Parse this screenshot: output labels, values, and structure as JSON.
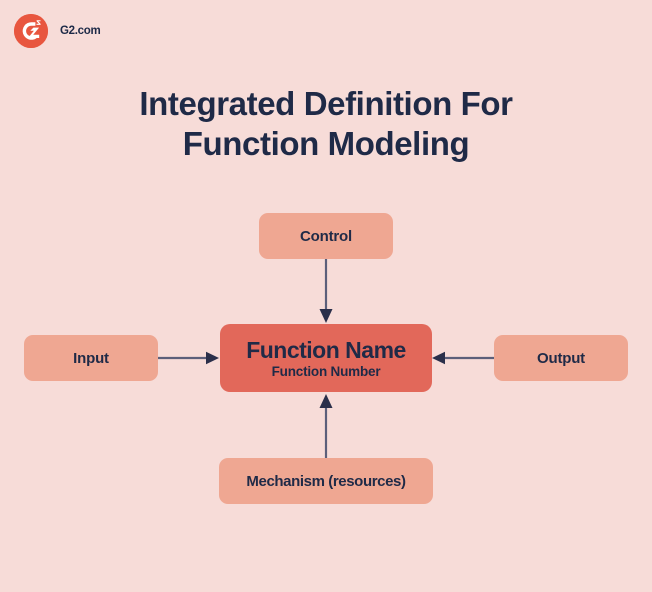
{
  "brand": {
    "logo_icon": "g2-circle-logo",
    "name": "G2.com"
  },
  "title": {
    "line1": "Integrated Definition For",
    "line2": "Function Modeling"
  },
  "colors": {
    "background": "#F7DCD8",
    "node_fill": "#EFA792",
    "center_node_fill": "#E2685A",
    "text": "#1F2A47",
    "logo": "#E8563F",
    "arrow": "#5C5F7A"
  },
  "chart_data": {
    "type": "diagram",
    "title": "Integrated Definition For Function Modeling",
    "notation": "IDEF0",
    "center": {
      "name": "Function Name",
      "number": "Function Number"
    },
    "nodes": [
      {
        "id": "control",
        "label": "Control",
        "position": "top"
      },
      {
        "id": "input",
        "label": "Input",
        "position": "left"
      },
      {
        "id": "output",
        "label": "Output",
        "position": "right"
      },
      {
        "id": "mechanism",
        "label": "Mechanism (resources)",
        "position": "bottom"
      }
    ],
    "arrows": [
      {
        "from": "control",
        "to": "function",
        "direction": "down"
      },
      {
        "from": "input",
        "to": "function",
        "direction": "right"
      },
      {
        "from": "output",
        "to": "function",
        "direction": "left"
      },
      {
        "from": "mechanism",
        "to": "function",
        "direction": "up"
      }
    ]
  }
}
